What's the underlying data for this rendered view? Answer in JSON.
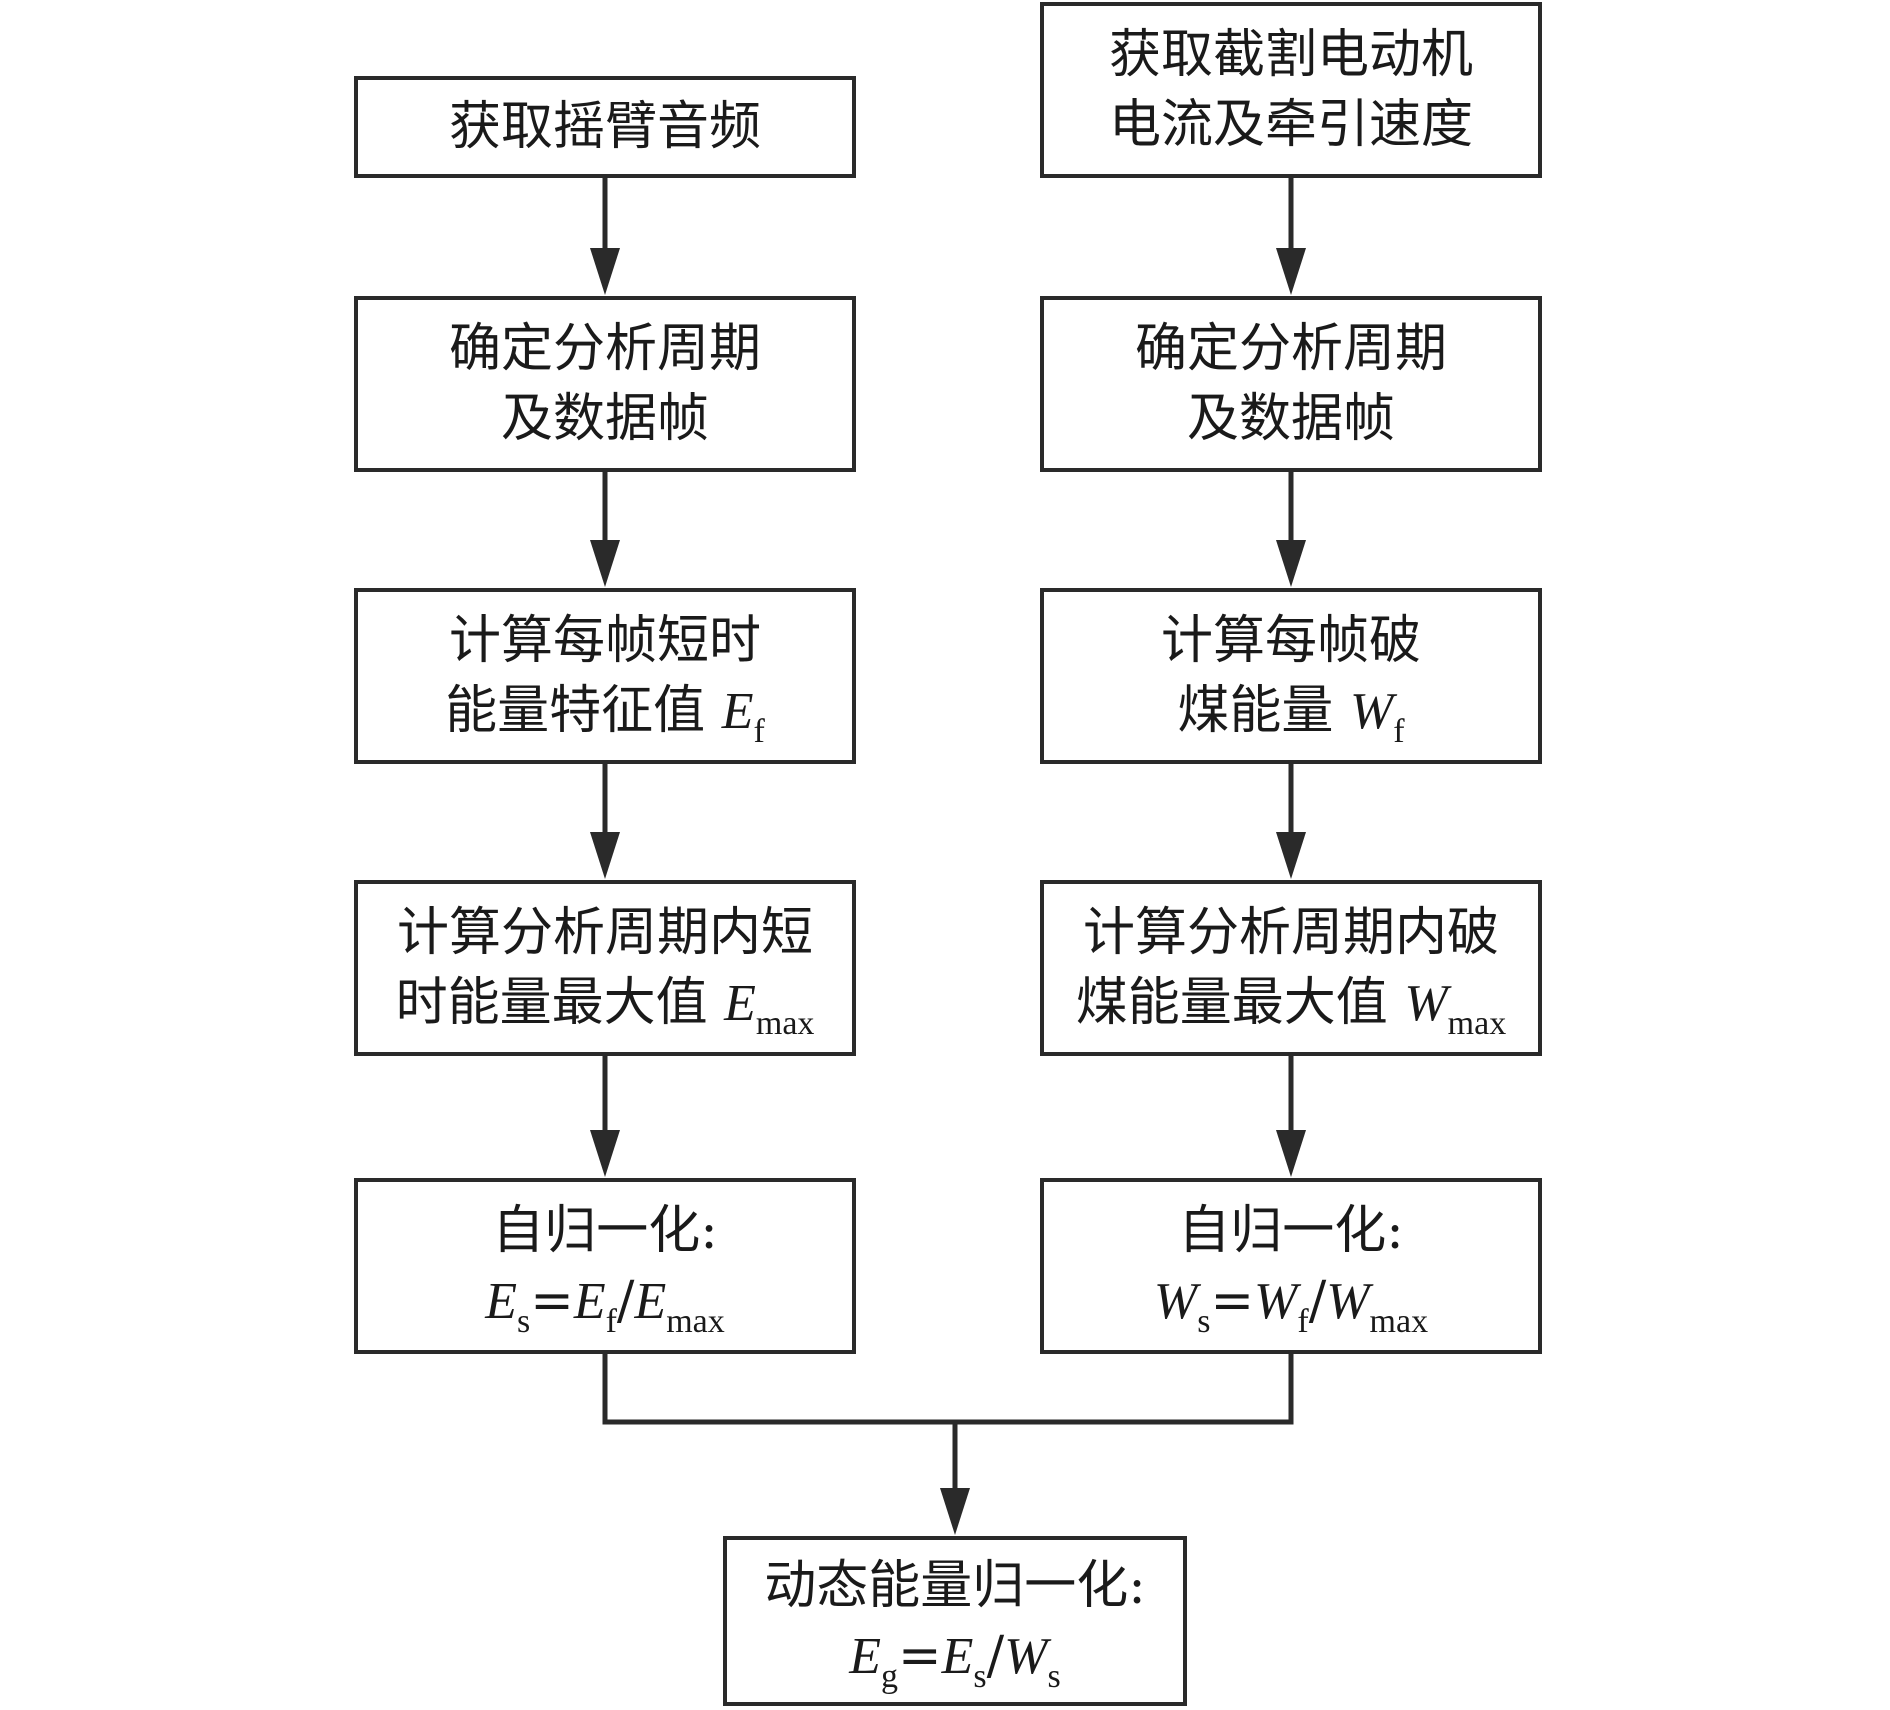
{
  "left": {
    "acquire": {
      "line1": "获取摇臂音频"
    },
    "period": {
      "line1": "确定分析周期",
      "line2": "及数据帧"
    },
    "energy": {
      "line1": "计算每帧短时",
      "line2": "能量特征值",
      "var": "E",
      "sub": "f"
    },
    "max": {
      "line1": "计算分析周期内短",
      "line2": "时能量最大值",
      "var": "E",
      "sub": "max"
    },
    "norm": {
      "line1": "自归一化:",
      "v1": "E",
      "s1": "s",
      "eq": "=",
      "v2": "E",
      "s2": "f",
      "slash": "/",
      "v3": "E",
      "s3": "max"
    }
  },
  "right": {
    "acquire": {
      "line1": "获取截割电动机",
      "line2": "电流及牵引速度"
    },
    "period": {
      "line1": "确定分析周期",
      "line2": "及数据帧"
    },
    "energy": {
      "line1": "计算每帧破",
      "line2": "煤能量",
      "var": "W",
      "sub": "f"
    },
    "max": {
      "line1": "计算分析周期内破",
      "line2": "煤能量最大值",
      "var": "W",
      "sub": "max"
    },
    "norm": {
      "line1": "自归一化:",
      "v1": "W",
      "s1": "s",
      "eq": "=",
      "v2": "W",
      "s2": "f",
      "slash": "/",
      "v3": "W",
      "s3": "max"
    }
  },
  "final": {
    "line1": "动态能量归一化:",
    "v1": "E",
    "s1": "g",
    "eq": "=",
    "v2": "E",
    "s2": "s",
    "slash": "/",
    "v3": "W",
    "s3": "s"
  }
}
